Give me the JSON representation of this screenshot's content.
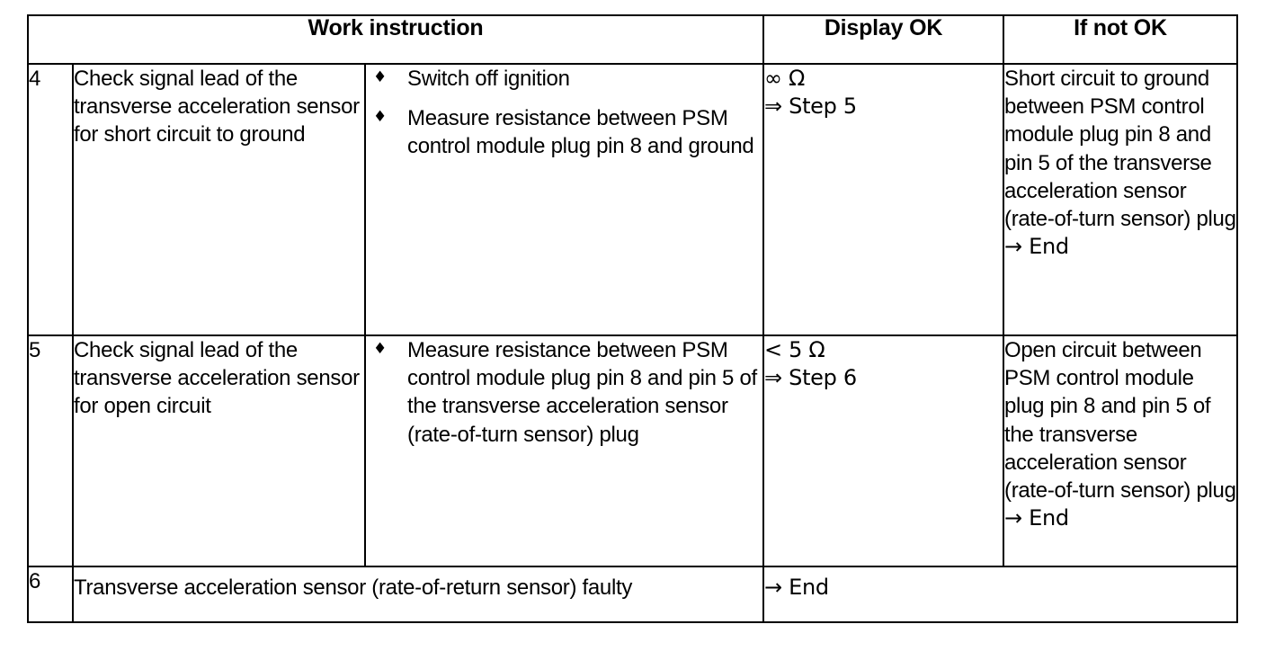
{
  "document": {
    "kind": "work-instruction-table",
    "columns": {
      "step_number": "",
      "work_instruction": "Work instruction",
      "actions": "",
      "display_ok": "Display OK",
      "if_not_ok": "If not OK"
    }
  },
  "symbols": {
    "bullet": "♦",
    "infinity_ohm": "∞ Ω",
    "double_arrow": "⇒",
    "arrow": "→"
  },
  "rows": [
    {
      "number": "4",
      "instruction": "Check signal lead of the transverse acceleration sensor for short circuit to ground",
      "actions": [
        "Switch off ignition",
        "Measure resistance between PSM control module plug pin 8 and ground"
      ],
      "display_ok": {
        "value": "∞ Ω",
        "next": "⇒ Step 5"
      },
      "if_not_ok": {
        "text": "Short circuit to ground between PSM control module plug pin 8 and pin 5 of the transverse acceleration sensor (rate-of-turn sensor) plug",
        "end": "→ End"
      }
    },
    {
      "number": "5",
      "instruction": "Check signal lead of the transverse acceleration sensor for open circuit",
      "actions": [
        "Measure resistance between PSM control module plug pin 8 and pin 5 of the transverse acceleration sensor (rate-of-turn sensor) plug"
      ],
      "display_ok": {
        "value": "< 5 Ω",
        "next": "⇒ Step 6"
      },
      "if_not_ok": {
        "text": "Open circuit between PSM control module plug pin 8 and pin 5 of the transverse acceleration sensor (rate-of-turn sensor) plug",
        "end": "→ End"
      }
    },
    {
      "number": "6",
      "instruction": "Transverse acceleration sensor (rate-of-return sensor) faulty",
      "actions": [],
      "display_ok": {
        "value": "→ End",
        "next": ""
      },
      "if_not_ok": {
        "text": "",
        "end": ""
      }
    }
  ]
}
